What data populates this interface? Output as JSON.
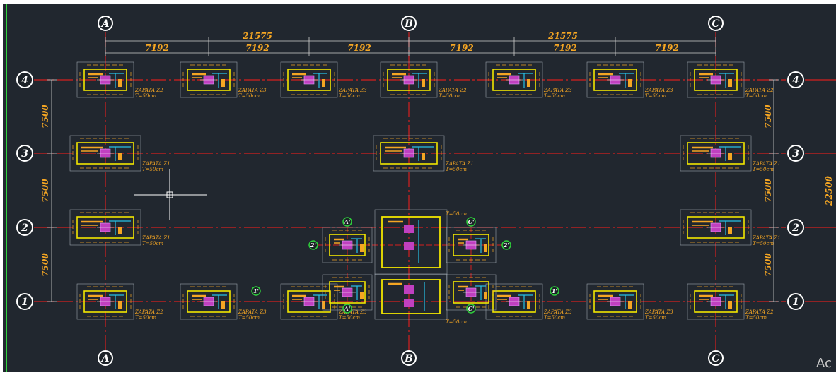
{
  "grid": {
    "columns": [
      "A",
      "B",
      "C"
    ],
    "rows": [
      "4",
      "3",
      "2",
      "1"
    ]
  },
  "dimensions": {
    "overall_x_left": "21575",
    "overall_x_right": "21575",
    "spans_x": [
      "7192",
      "7192",
      "7192",
      "7192",
      "7192",
      "7192"
    ],
    "spans_y_left": [
      "7500",
      "7500",
      "7500"
    ],
    "spans_y_right": [
      "7500",
      "7500",
      "7500"
    ],
    "overall_y": "22500"
  },
  "footings": [
    {
      "label": "ZAPATA Z2",
      "thickness": "T=50cm"
    },
    {
      "label": "ZAPATA Z3",
      "thickness": "T=50cm"
    },
    {
      "label": "ZAPATA Z3",
      "thickness": "T=50cm"
    },
    {
      "label": "ZAPATA Z2",
      "thickness": "T=50cm"
    },
    {
      "label": "ZAPATA Z3",
      "thickness": "T=50cm"
    },
    {
      "label": "ZAPATA Z3",
      "thickness": "T=50cm"
    },
    {
      "label": "ZAPATA Z2",
      "thickness": "T=50cm"
    },
    {
      "label": "ZAPATA Z1",
      "thickness": "T=50cm"
    },
    {
      "label": "ZAPATA Z1",
      "thickness": "T=50cm"
    },
    {
      "label": "ZAPATA Z1",
      "thickness": "T=50cm"
    },
    {
      "label": "ZAPATA Z1",
      "thickness": "T=50cm"
    },
    {
      "label": "ZAPATA Z1",
      "thickness": "T=50cm"
    },
    {
      "label": "ZAPATA Z2",
      "thickness": "T=50cm"
    },
    {
      "label": "ZAPATA Z3",
      "thickness": "T=50cm"
    },
    {
      "label": "ZAPATA Z3",
      "thickness": "T=50cm"
    },
    {
      "label": "ZAPATA Z3",
      "thickness": "T=50cm"
    },
    {
      "label": "ZAPATA Z3",
      "thickness": "T=50cm"
    },
    {
      "label": "ZAPATA Z2",
      "thickness": "T=50cm"
    }
  ],
  "core_footing_thickness": "T=50cm",
  "secondary_bubbles": {
    "a": "A'",
    "c": "C'",
    "two": "2'",
    "one": "1'"
  },
  "watermark": "Ac",
  "colors": {
    "background": "#21272f",
    "axis": "#d61f1f",
    "dimension_text": "#f5a623",
    "footing_outline": "#f2e600",
    "column": "#c040c0",
    "rebar": "#27c3e8"
  }
}
